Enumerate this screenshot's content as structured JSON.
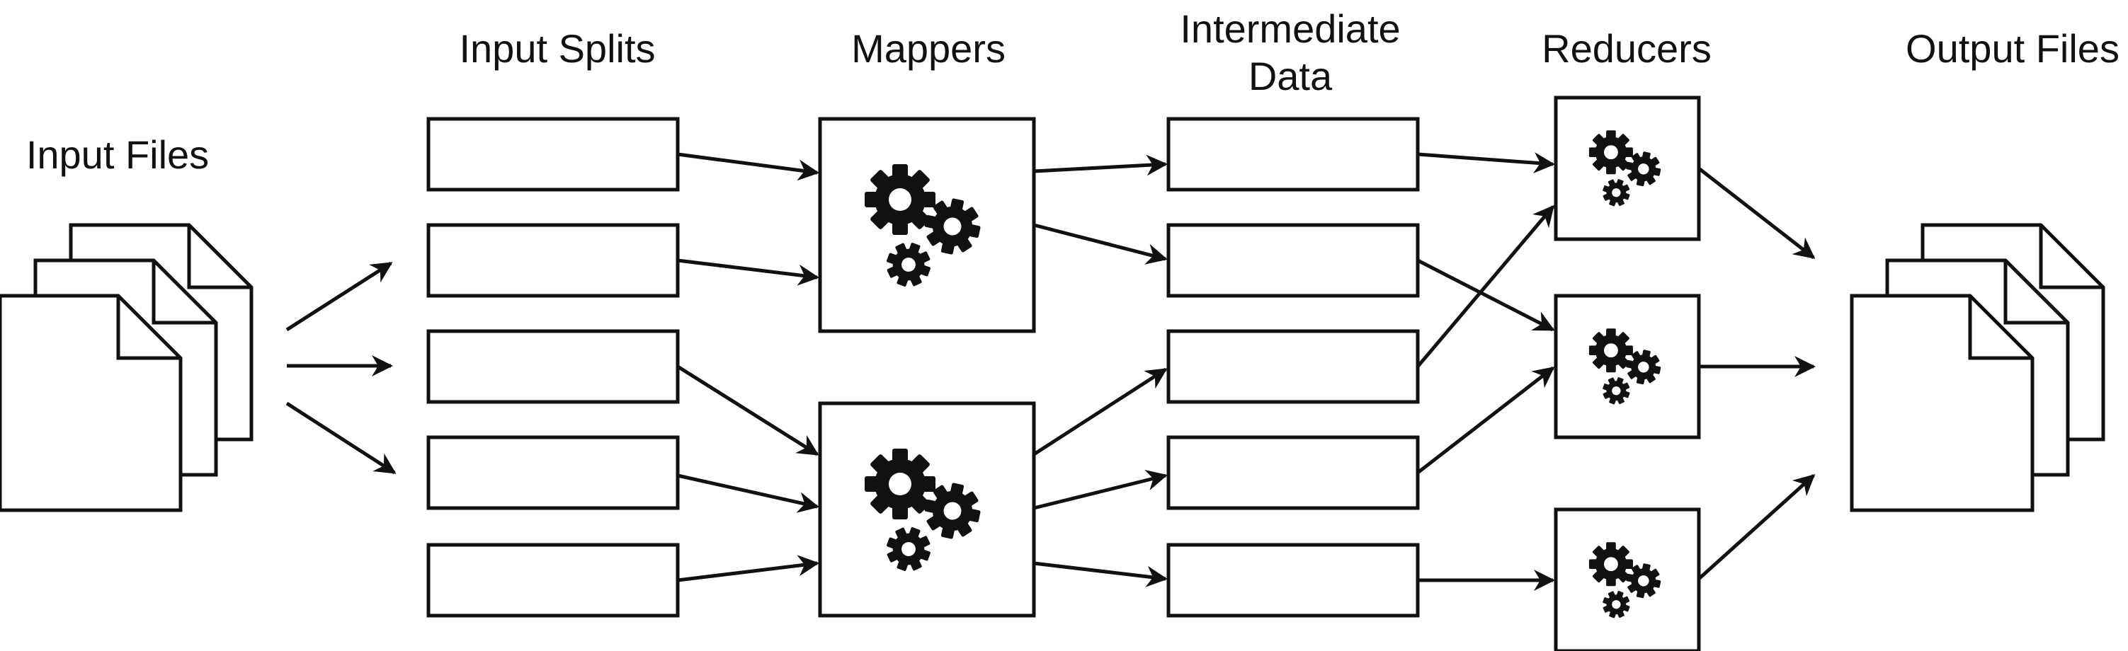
{
  "diagram": {
    "labels": {
      "input_files": "Input Files",
      "input_splits": "Input Splits",
      "mappers": "Mappers",
      "intermediate_data_line1": "Intermediate",
      "intermediate_data_line2": "Data",
      "reducers": "Reducers",
      "output_files": "Output Files"
    },
    "counts": {
      "input_splits": 5,
      "mappers": 2,
      "intermediate_data": 5,
      "reducers": 3
    },
    "icons": {
      "mapper": "gears-icon",
      "reducer": "gears-icon",
      "input_files": "document-stack-icon",
      "output_files": "document-stack-icon"
    },
    "colors": {
      "stroke": "#111111",
      "fill": "#ffffff"
    }
  }
}
